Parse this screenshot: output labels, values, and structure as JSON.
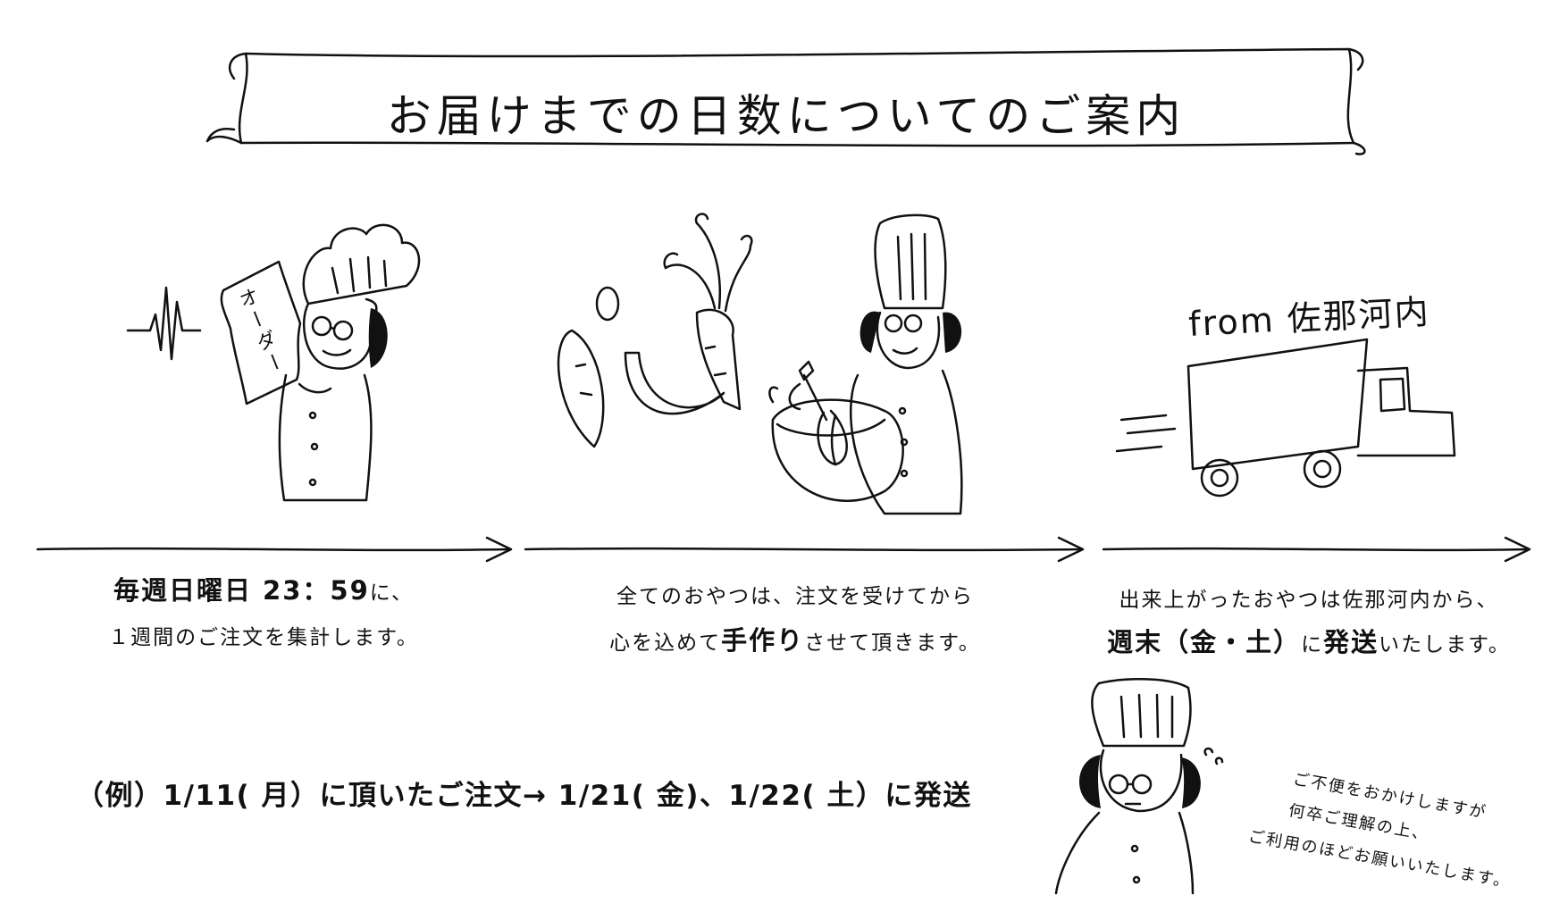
{
  "title": "お届けまでの日数についてのご案内",
  "illustrations": {
    "order_sheet": "オーダー",
    "truck_sign": "from 佐那河内"
  },
  "steps": [
    {
      "line1_bold": "毎週日曜日 23：59",
      "line1_rest": "に、",
      "line2": "１週間のご注文を集計します。"
    },
    {
      "line1": "全てのおやつは、注文を受けてから",
      "line2_pre": "心を込めて",
      "line2_bold": "手作り",
      "line2_post": "させて頂きます。"
    },
    {
      "line1": "出来上がったおやつは佐那河内から、",
      "line2_bold1": "週末（金・土）",
      "line2_mid": "に",
      "line2_bold2": "発送",
      "line2_post": "いたします。"
    }
  ],
  "example": "（例）1/11( 月）に頂いたご注文→ 1/21( 金)、1/22( 土）に発送",
  "apology": {
    "line1": "ご不便をおかけしますが",
    "line2": "何卒ご理解の上、",
    "line3": "ご利用のほどお願いいたします。"
  }
}
